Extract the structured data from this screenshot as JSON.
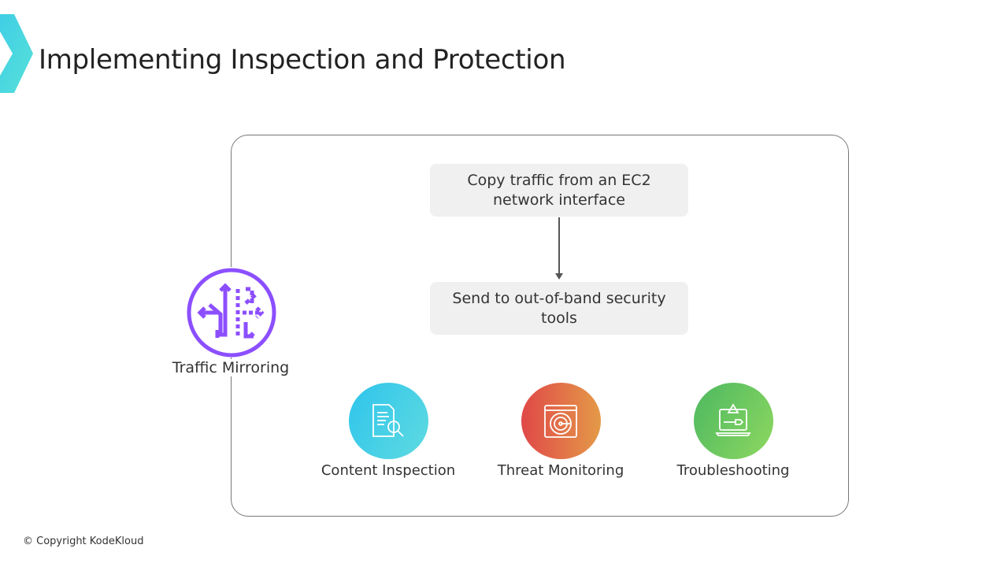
{
  "header": {
    "title": "Implementing Inspection and Protection"
  },
  "diagram": {
    "service": {
      "label": "Traffic Mirroring",
      "icon": "traffic-mirroring-icon",
      "color": "#8c4fff"
    },
    "steps": [
      "Copy traffic from an EC2 network interface",
      "Send to out-of-band security tools"
    ],
    "use_cases": [
      {
        "label": "Content Inspection",
        "icon": "document-search-icon",
        "gradient": [
          "#2ec4ec",
          "#5fdbe0"
        ]
      },
      {
        "label": "Threat Monitoring",
        "icon": "radar-icon",
        "gradient": [
          "#e04848",
          "#e49a48"
        ]
      },
      {
        "label": "Troubleshooting",
        "icon": "laptop-warning-icon",
        "gradient": [
          "#4cb860",
          "#8ed860"
        ]
      }
    ]
  },
  "footer": {
    "copyright": "© Copyright KodeKloud"
  }
}
